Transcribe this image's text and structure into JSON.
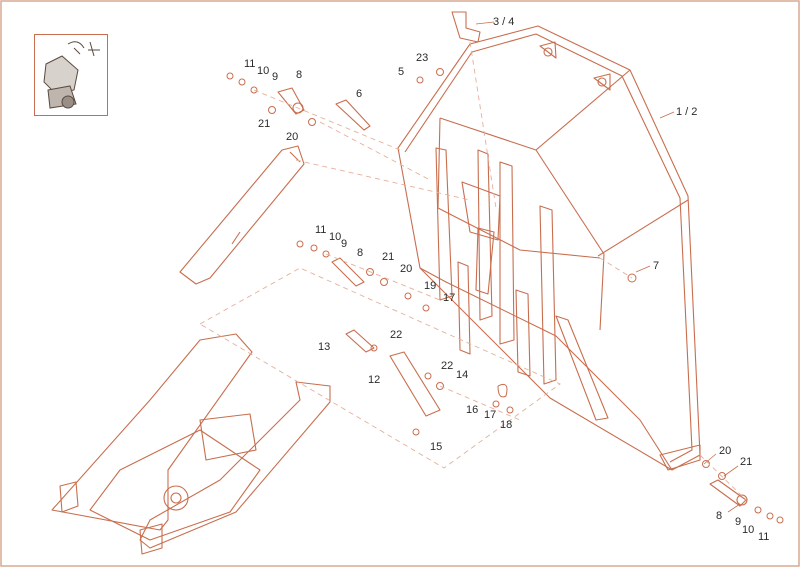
{
  "colors": {
    "line": "#c86e4e",
    "line_light": "#e4b09a",
    "text": "#2b2b2b",
    "frame": "#d9a892"
  },
  "labels": {
    "l34": "3 / 4",
    "l12a": "1 / 2",
    "l23": "23",
    "l5": "5",
    "l6": "6",
    "l11a": "11",
    "l10a": "10",
    "l9a": "9",
    "l8a": "8",
    "l21a": "21",
    "l20a": "20",
    "l11b": "11",
    "l10b": "10",
    "l9b": "9",
    "l8b": "8",
    "l21b": "21",
    "l20b": "20",
    "l19": "19",
    "l17a": "17",
    "l7": "7",
    "l13": "13",
    "l22a": "22",
    "l22b": "22",
    "l14": "14",
    "l12": "12",
    "l16": "16",
    "l17b": "17",
    "l18": "18",
    "l15": "15",
    "l20c": "20",
    "l21c": "21",
    "l8c": "8",
    "l9c": "9",
    "l10c": "10",
    "l11c": "11"
  },
  "thumbnail_icon": "machine-overview-icon"
}
